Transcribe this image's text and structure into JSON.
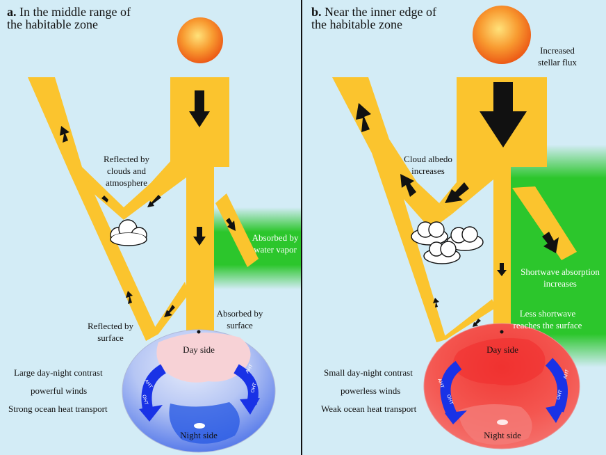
{
  "panel_a": {
    "letter": "a.",
    "title": "In the middle range of\nthe habitable zone",
    "labels": {
      "reflected_clouds": "Reflected by\nclouds and\natmosphere",
      "absorbed_vapor": "Absorbed by\nwater vapor",
      "absorbed_surface": "Absorbed by\nsurface",
      "reflected_surface": "Reflected by\nsurface",
      "day_side": "Day side",
      "night_side": "Night side",
      "contrast": "Large day-night contrast",
      "winds": "powerful winds",
      "ocean": "Strong ocean heat transport",
      "aht": "AHT",
      "oht": "OHT"
    }
  },
  "panel_b": {
    "letter": "b.",
    "title": "Near the inner edge of\nthe habitable zone",
    "labels": {
      "increased_flux": "Increased\nstellar flux",
      "cloud_albedo": "Cloud albedo\nincreases",
      "shortwave_absorption": "Shortwave absorption\nincreases",
      "less_shortwave": "Less shortwave\nreaches the surface",
      "day_side": "Day side",
      "night_side": "Night side",
      "contrast": "Small day-night contrast",
      "winds": "powerless winds",
      "ocean": "Weak ocean heat transport",
      "aht": "AHT",
      "oht": "OHT"
    }
  },
  "colors": {
    "background": "#d3ecf6",
    "flux": "#fbc42e",
    "vapor": "#2cc62c",
    "arrow": "#111111",
    "circulation": "#1932e6",
    "planet_cold": "#5b80ec",
    "planet_warm": "#f06460",
    "star": "#f47a1c"
  }
}
